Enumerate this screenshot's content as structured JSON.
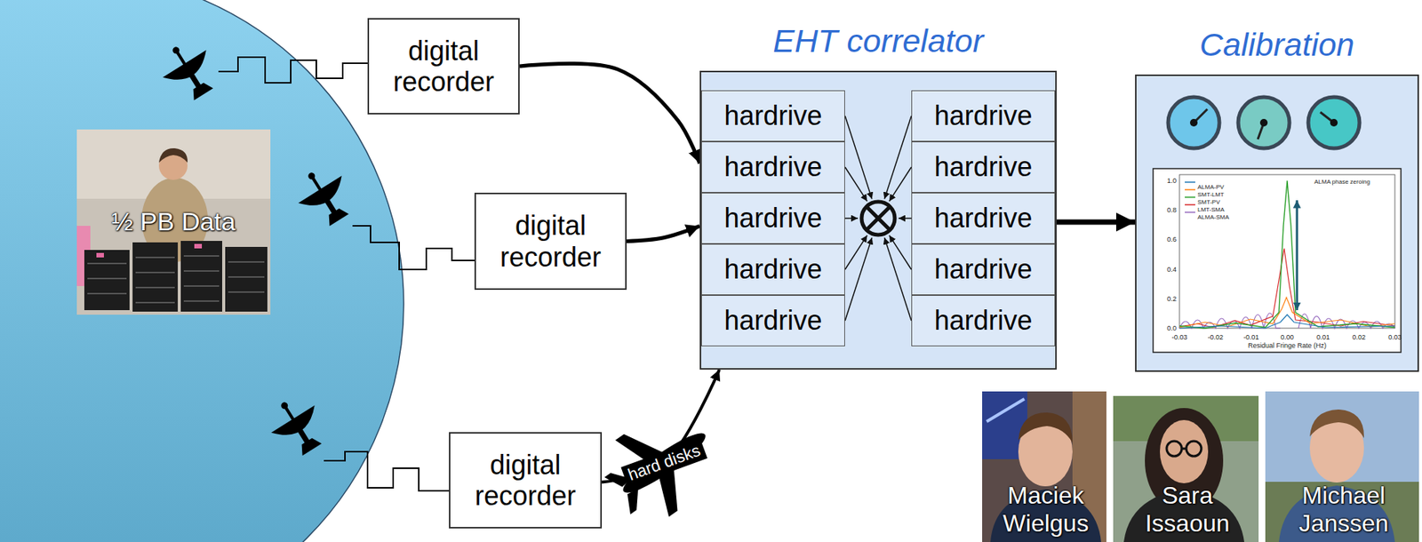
{
  "diagram": {
    "nodes": [
      {
        "text": [
          "½ PB Data"
        ]
      },
      {
        "text": [
          "digital recorder"
        ]
      },
      {
        "text": [
          "digital recorder"
        ]
      },
      {
        "text": [
          "digital recorder"
        ]
      },
      {
        "text": [
          "EHT correlator"
        ]
      },
      {
        "text": [
          "hardrive"
        ],
        "in": 4
      },
      {
        "text": [
          "hardrive"
        ],
        "in": 4
      },
      {
        "text": [
          "hardrive"
        ],
        "in": 4
      },
      {
        "text": [
          "hardrive"
        ],
        "in": 4
      },
      {
        "text": [
          "hardrive"
        ],
        "in": 4
      },
      {
        "text": [
          "hardrive"
        ],
        "in": 4
      },
      {
        "text": [
          "hardrive"
        ],
        "in": 4
      },
      {
        "text": [
          "hardrive"
        ],
        "in": 4
      },
      {
        "text": [
          "hardrive"
        ],
        "in": 4
      },
      {
        "text": [
          "hardrive"
        ],
        "in": 4
      },
      {
        "text": [
          "Calibration"
        ]
      },
      {
        "text": [
          "Maciek Wielgus"
        ]
      },
      {
        "text": [
          "Sara Issaoun"
        ]
      },
      {
        "text": [
          "Michael Janssen"
        ]
      }
    ],
    "edges": [
      {
        "from": 1,
        "to": 4,
        "arrow": "to"
      },
      {
        "from": 2,
        "to": 4,
        "arrow": "to"
      },
      {
        "from": 3,
        "to": 4,
        "label": "hard disks",
        "arrow": "to"
      },
      {
        "from": 4,
        "to": 15,
        "arrow": "to"
      }
    ],
    "labels": [
      "1.0",
      "0.8",
      "0.6",
      "0.4",
      "0.2",
      "0.0",
      "-0.03",
      "-0.02",
      "-0.01",
      "0.00",
      "0.01",
      "0.02",
      "0.03",
      "ALMA phase zeroing",
      "Residual Fringe Rate (Hz)"
    ],
    "legend": [
      {
        "text": "ALMA-PV"
      },
      {
        "text": "SMT-LMT"
      },
      {
        "text": "SMT-PV"
      },
      {
        "text": "LMT-SMA"
      },
      {
        "text": "ALMA-SMA"
      }
    ]
  }
}
